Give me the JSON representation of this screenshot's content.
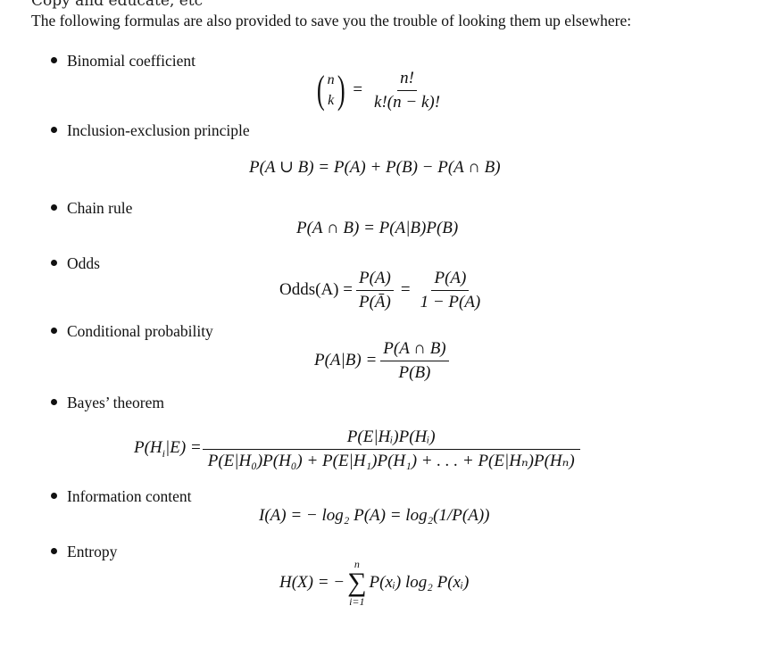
{
  "top_cutoff_text": "Copy and educate, etc",
  "intro": "The following formulas are also provided to save you the trouble of looking them up elsewhere:",
  "items": [
    {
      "label": "Binomial coefficient"
    },
    {
      "label": "Inclusion-exclusion principle"
    },
    {
      "label": "Chain rule"
    },
    {
      "label": "Odds"
    },
    {
      "label": "Conditional probability"
    },
    {
      "label": "Bayes’ theorem"
    },
    {
      "label": "Information content"
    },
    {
      "label": "Entropy"
    }
  ],
  "formulas": {
    "binomial": {
      "top": "n",
      "bottom": "k",
      "eq": "=",
      "num": "n!",
      "den": "k!(n − k)!"
    },
    "inclusion_exclusion": "P(A ∪ B) = P(A) + P(B) − P(A ∩ B)",
    "chain_rule": "P(A ∩ B) = P(A|B)P(B)",
    "odds": {
      "lhs": "Odds(A) =",
      "num1": "P(A)",
      "den1": "P(Ā)",
      "eq": "=",
      "num2": "P(A)",
      "den2": "1 − P(A)"
    },
    "conditional": {
      "lhs": "P(A|B) =",
      "num": "P(A ∩ B)",
      "den": "P(B)"
    },
    "bayes": {
      "lhs": "P(H",
      "lhs_sub": "i",
      "lhs_rest": "|E) =",
      "num": "P(E|Hᵢ)P(Hᵢ)",
      "den": "P(E|H₀)P(H₀) + P(E|H₁)P(H₁) + . . . + P(E|Hₙ)P(Hₙ)"
    },
    "information": "I(A) = − log₂ P(A) = log₂(1/P(A))",
    "entropy": {
      "lhs": "H(X) = −",
      "sum_top": "n",
      "sum_sym": "∑",
      "sum_bot": "i=1",
      "rhs": "P(xᵢ) log₂ P(xᵢ)"
    }
  }
}
